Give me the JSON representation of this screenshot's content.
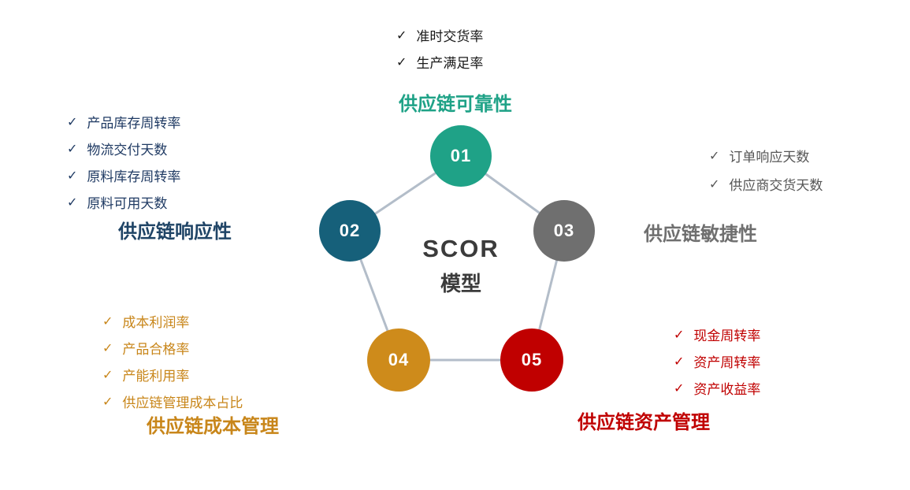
{
  "diagram_title": "SCOR 模型",
  "center": {
    "line1": "SCOR",
    "line2": "模型"
  },
  "check_glyph": "✓",
  "line_color": "#B3BDC9",
  "nodes": [
    {
      "number": "01",
      "color": "#1FA287"
    },
    {
      "number": "02",
      "color": "#16607A"
    },
    {
      "number": "03",
      "color": "#6F6F6F"
    },
    {
      "number": "04",
      "color": "#CE8B1B"
    },
    {
      "number": "05",
      "color": "#C00000"
    }
  ],
  "sections": {
    "reliability": {
      "node": "01",
      "title": "供应链可靠性",
      "color": "#1FA287",
      "metrics": [
        "准时交货率",
        "生产满足率"
      ]
    },
    "responsiveness": {
      "node": "02",
      "title": "供应链响应性",
      "color": "#1F4466",
      "metrics": [
        "产品库存周转率",
        "物流交付天数",
        "原料库存周转率",
        "原料可用天数"
      ]
    },
    "agility": {
      "node": "03",
      "title": "供应链敏捷性",
      "color": "#6F6F6F",
      "metrics": [
        "订单响应天数",
        "供应商交货天数"
      ]
    },
    "cost": {
      "node": "04",
      "title": "供应链成本管理",
      "color": "#C8861A",
      "metrics": [
        "成本利润率",
        "产品合格率",
        "产能利用率",
        "供应链管理成本占比"
      ]
    },
    "asset": {
      "node": "05",
      "title": "供应链资产管理",
      "color": "#C00000",
      "metrics": [
        "现金周转率",
        "资产周转率",
        "资产收益率"
      ]
    }
  }
}
